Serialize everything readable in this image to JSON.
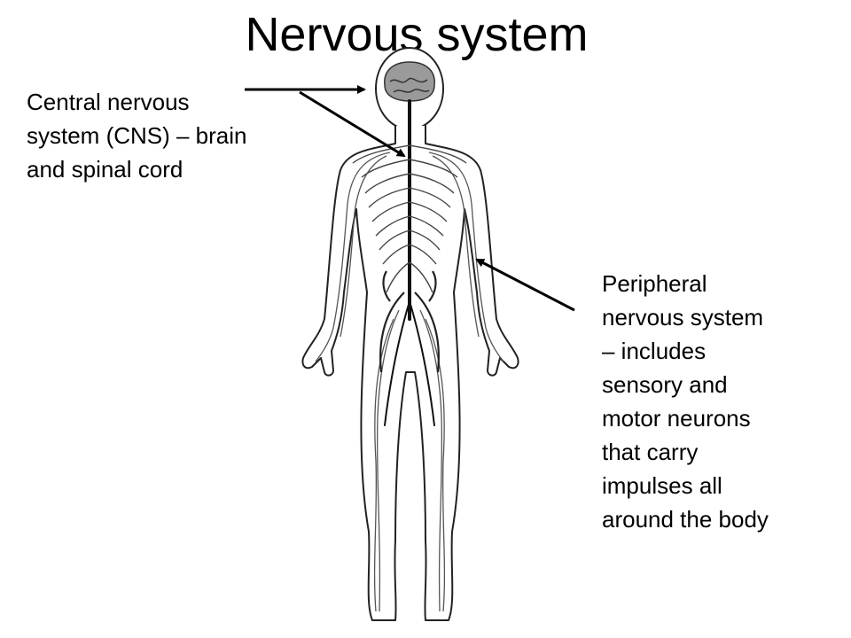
{
  "title": "Nervous system",
  "labels": {
    "cns": {
      "lines": [
        "Central nervous",
        "system (CNS) – brain",
        "and spinal cord"
      ]
    },
    "pns": {
      "lines": [
        "Peripheral",
        "nervous system",
        "– includes",
        "sensory and",
        "motor neurons",
        "that carry",
        "impulses all",
        "around the body"
      ]
    }
  },
  "icons": {
    "body": "human-body-nervous-system-icon",
    "arrow": "pointer-arrow-icon"
  },
  "colors": {
    "background": "#ffffff",
    "ink": "#000000",
    "figure_stroke": "#222222",
    "nerve_stroke": "#444444"
  }
}
